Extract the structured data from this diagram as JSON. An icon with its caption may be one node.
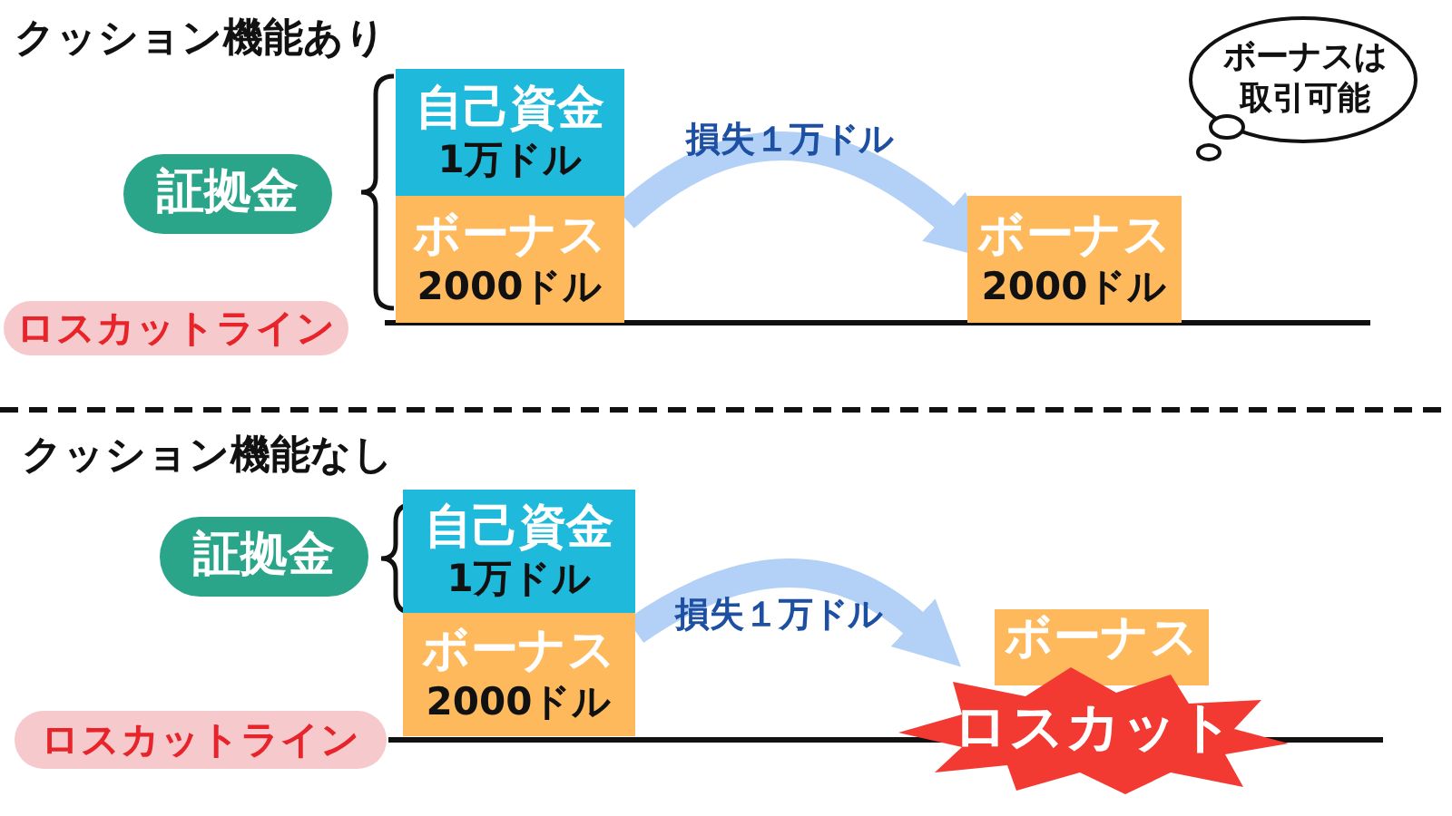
{
  "diagram": {
    "nodes": [
      {
        "text": [
          "自己資金",
          "1万ドル"
        ]
      },
      {
        "text": [
          "ボーナス",
          "2000ドル"
        ]
      },
      {
        "text": [
          "証拠金"
        ]
      },
      {
        "text": [
          "ロスカットライン"
        ]
      },
      {
        "text": [
          "ボーナス",
          "2000ドル"
        ]
      },
      {
        "text": [
          "ボーナスは取引可能"
        ]
      },
      {
        "text": [
          "自己資金",
          "1万ドル"
        ]
      },
      {
        "text": [
          "ボーナス",
          "2000ドル"
        ]
      },
      {
        "text": [
          "証拠金"
        ]
      },
      {
        "text": [
          "ロスカットライン"
        ]
      },
      {
        "text": [
          "ボーナス"
        ]
      },
      {
        "text": [
          "ロスカット"
        ]
      }
    ],
    "edges": [
      {
        "from": 1,
        "to": 4,
        "arrow": "to",
        "label": "損失１万ドル"
      },
      {
        "from": 7,
        "to": 10,
        "arrow": "to",
        "label": "損失１万ドル"
      }
    ],
    "labels": [
      "クッション機能あり",
      "クッション機能なし"
    ]
  }
}
